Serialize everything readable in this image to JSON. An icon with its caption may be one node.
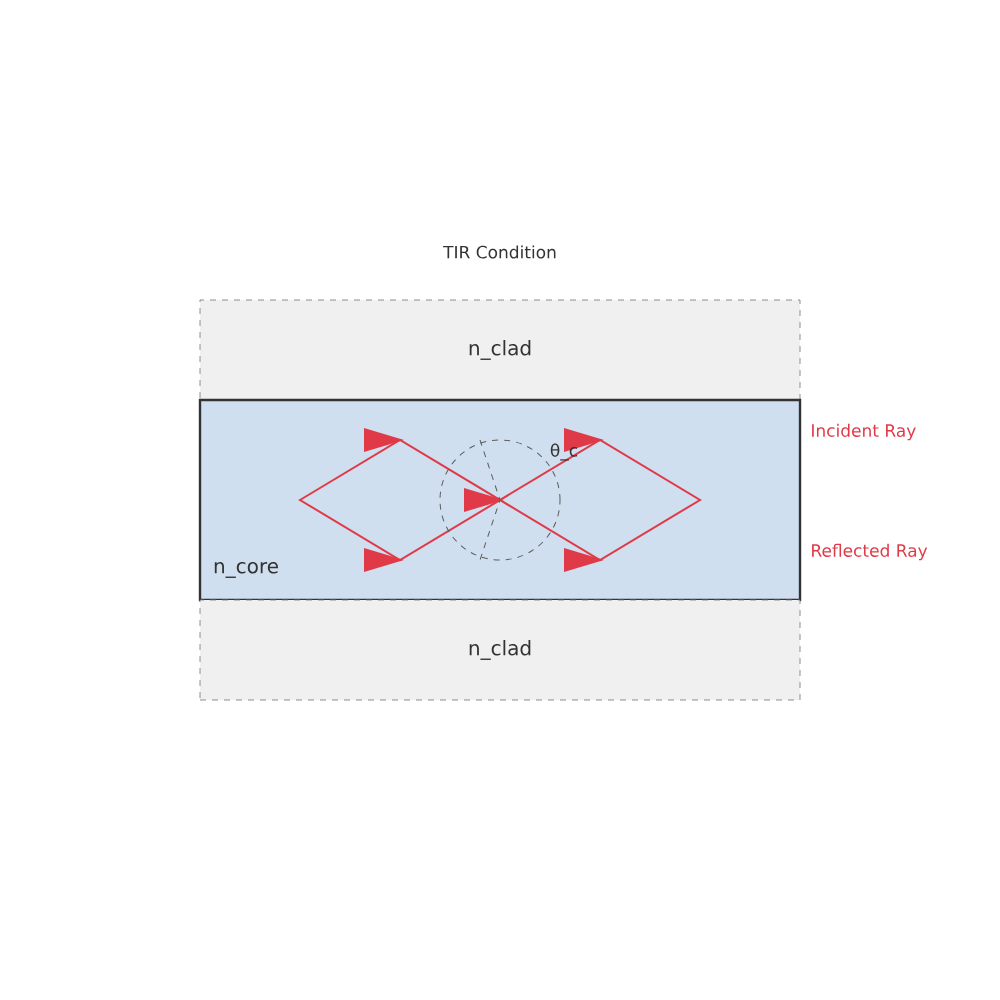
{
  "diagram": {
    "title": "TIR Condition",
    "nodes": [
      {
        "text": [
          "n_clad"
        ]
      },
      {
        "text": [
          "n_core"
        ]
      },
      {
        "text": [
          "n_clad"
        ]
      }
    ],
    "edges": [],
    "labels": [
      "θ_c",
      "Incident Ray",
      "Reflected Ray"
    ]
  }
}
